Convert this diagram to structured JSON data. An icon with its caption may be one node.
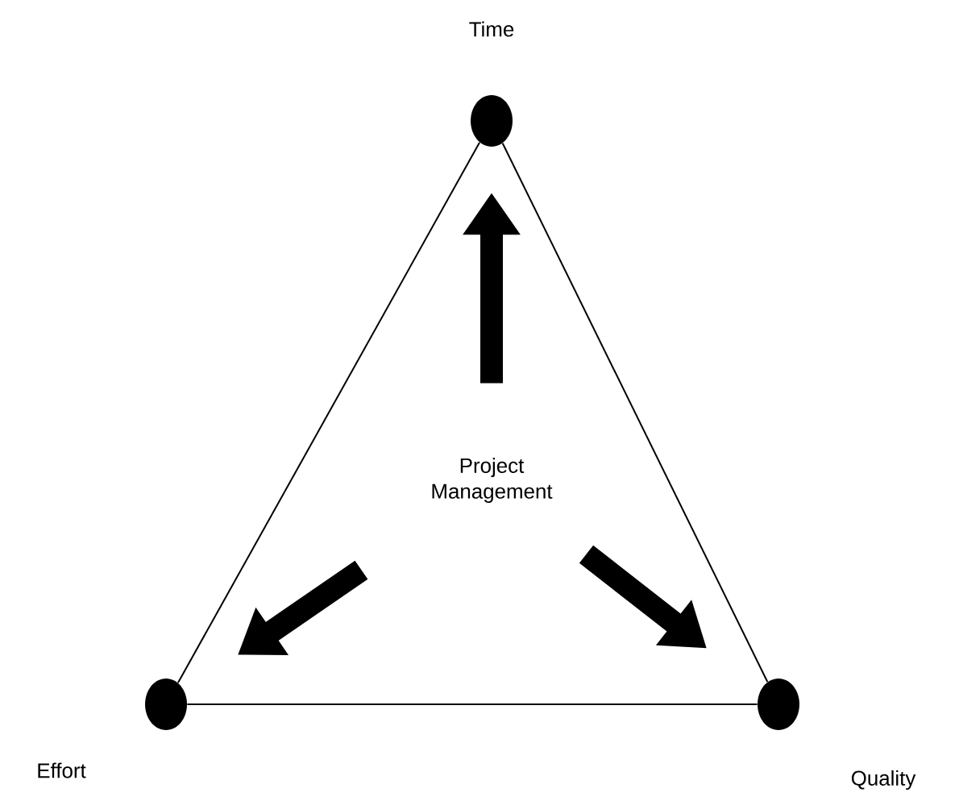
{
  "diagram": {
    "nodes": [
      {
        "text": [],
        "shape": "circle",
        "beside": [
          "Time"
        ]
      },
      {
        "text": [
          "Project Management"
        ]
      },
      {
        "text": [],
        "shape": "circle",
        "beside": [
          "Effort"
        ]
      },
      {
        "text": [],
        "shape": "circle",
        "beside": [
          "Quality"
        ]
      }
    ],
    "edges": [
      {
        "from": 0,
        "to": 2,
        "arrow": "none"
      },
      {
        "from": 0,
        "to": 3,
        "arrow": "none"
      },
      {
        "from": 2,
        "to": 3,
        "arrow": "none"
      },
      {
        "from": 1,
        "to": 0,
        "arrow": "to",
        "style": "thick"
      },
      {
        "from": 1,
        "to": 2,
        "arrow": "to",
        "style": "thick"
      },
      {
        "from": 1,
        "to": 3,
        "arrow": "to",
        "style": "thick"
      }
    ]
  }
}
